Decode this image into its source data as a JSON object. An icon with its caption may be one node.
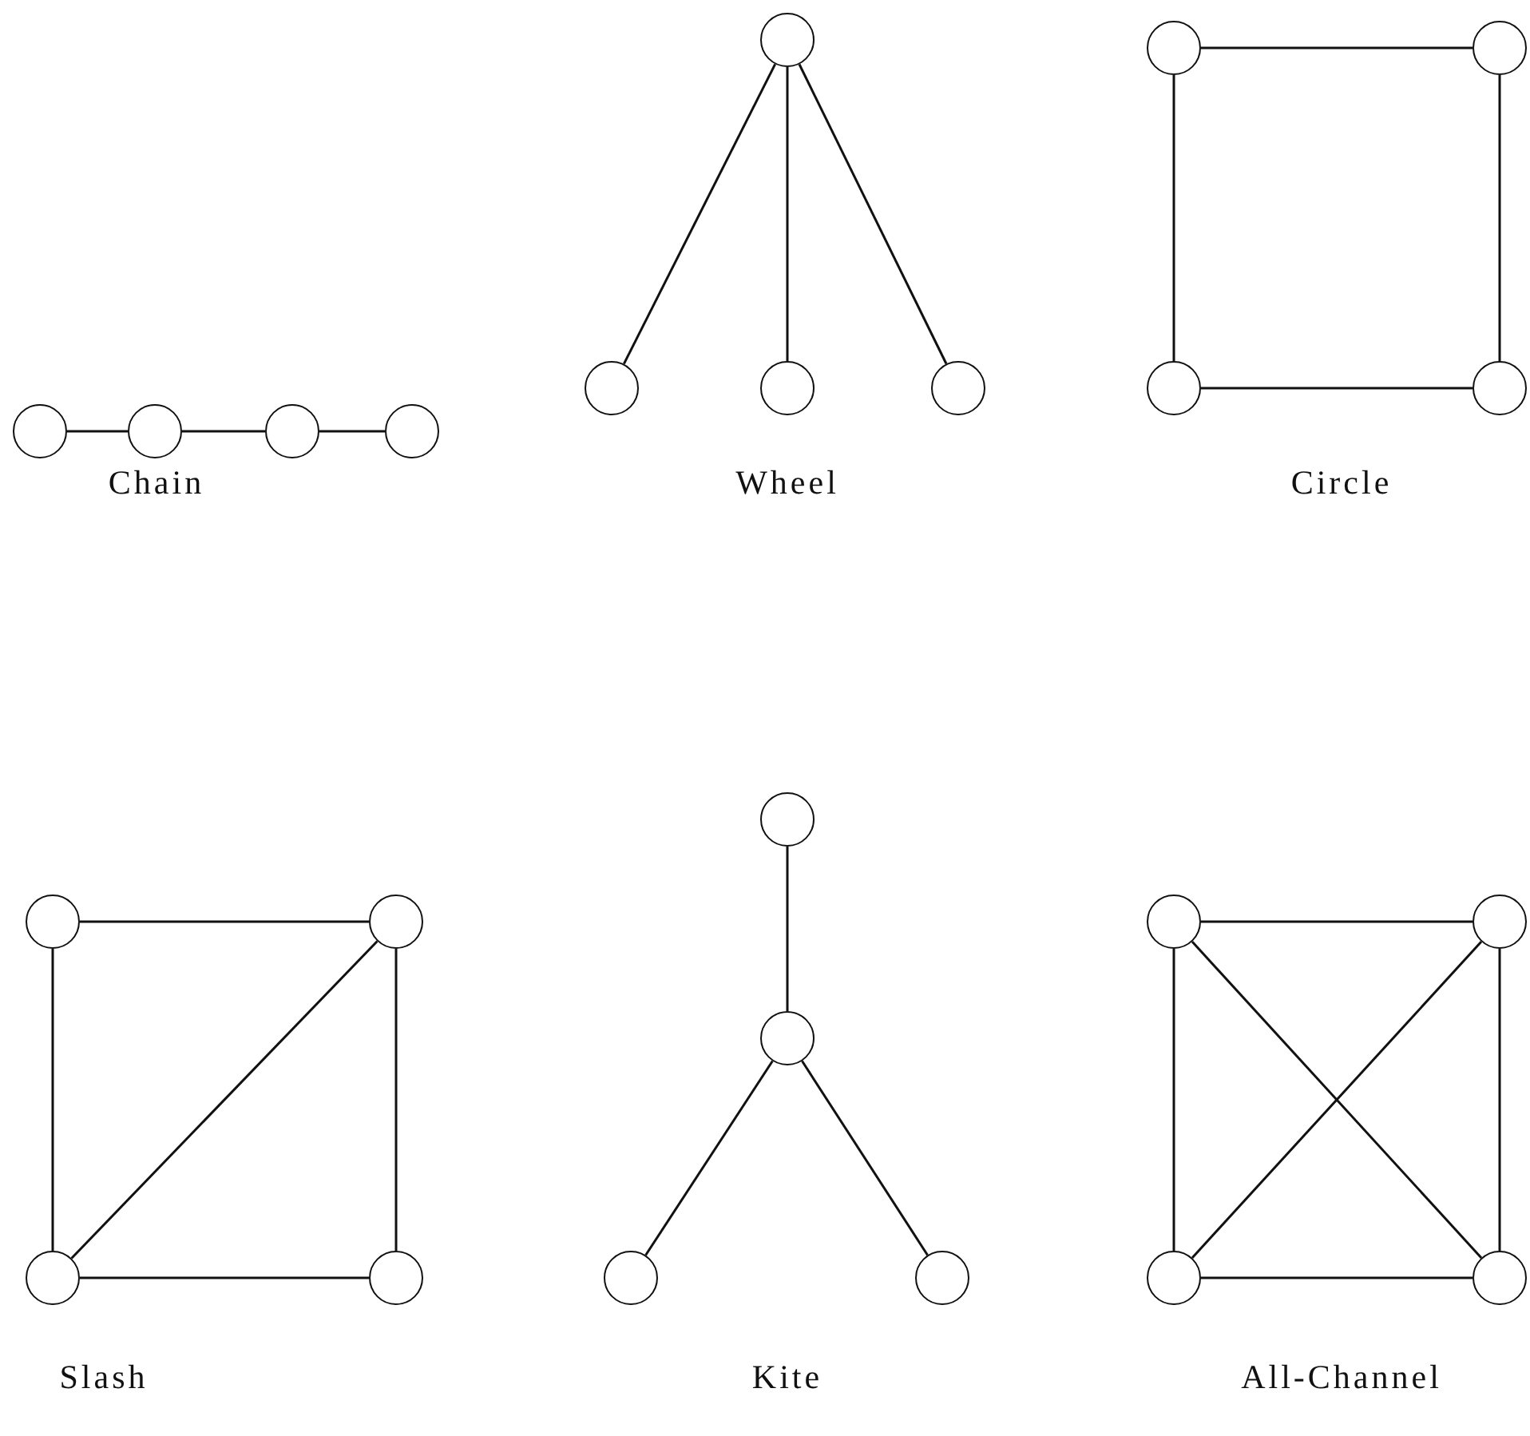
{
  "diagram": {
    "nodes": [
      {
        "text": [],
        "shape": "circle"
      },
      {
        "text": [],
        "shape": "circle"
      },
      {
        "text": [],
        "shape": "circle"
      },
      {
        "text": [],
        "shape": "circle"
      },
      {
        "text": [],
        "shape": "circle"
      },
      {
        "text": [],
        "shape": "circle"
      },
      {
        "text": [],
        "shape": "circle"
      },
      {
        "text": [],
        "shape": "circle"
      },
      {
        "text": [],
        "shape": "circle"
      },
      {
        "text": [],
        "shape": "circle"
      },
      {
        "text": [],
        "shape": "circle"
      },
      {
        "text": [],
        "shape": "circle"
      },
      {
        "text": [],
        "shape": "circle"
      },
      {
        "text": [],
        "shape": "circle"
      },
      {
        "text": [],
        "shape": "circle"
      },
      {
        "text": [],
        "shape": "circle"
      },
      {
        "text": [],
        "shape": "circle"
      },
      {
        "text": [],
        "shape": "circle"
      },
      {
        "text": [],
        "shape": "circle"
      },
      {
        "text": [],
        "shape": "circle"
      },
      {
        "text": [],
        "shape": "circle"
      },
      {
        "text": [],
        "shape": "circle"
      },
      {
        "text": [],
        "shape": "circle"
      },
      {
        "text": [],
        "shape": "circle"
      }
    ],
    "edges": [
      {
        "from": 0,
        "to": 1,
        "arrow": "none"
      },
      {
        "from": 1,
        "to": 2,
        "arrow": "none"
      },
      {
        "from": 2,
        "to": 3,
        "arrow": "none"
      },
      {
        "from": 4,
        "to": 5,
        "arrow": "none"
      },
      {
        "from": 4,
        "to": 6,
        "arrow": "none"
      },
      {
        "from": 4,
        "to": 7,
        "arrow": "none"
      },
      {
        "from": 8,
        "to": 9,
        "arrow": "none"
      },
      {
        "from": 8,
        "to": 10,
        "arrow": "none"
      },
      {
        "from": 9,
        "to": 11,
        "arrow": "none"
      },
      {
        "from": 10,
        "to": 11,
        "arrow": "none"
      },
      {
        "from": 12,
        "to": 13,
        "arrow": "none"
      },
      {
        "from": 12,
        "to": 14,
        "arrow": "none"
      },
      {
        "from": 13,
        "to": 15,
        "arrow": "none"
      },
      {
        "from": 14,
        "to": 15,
        "arrow": "none"
      },
      {
        "from": 13,
        "to": 14,
        "arrow": "none"
      },
      {
        "from": 16,
        "to": 17,
        "arrow": "none"
      },
      {
        "from": 17,
        "to": 18,
        "arrow": "none"
      },
      {
        "from": 17,
        "to": 19,
        "arrow": "none"
      },
      {
        "from": 20,
        "to": 21,
        "arrow": "none"
      },
      {
        "from": 20,
        "to": 22,
        "arrow": "none"
      },
      {
        "from": 21,
        "to": 23,
        "arrow": "none"
      },
      {
        "from": 22,
        "to": 23,
        "arrow": "none"
      },
      {
        "from": 20,
        "to": 23,
        "arrow": "none"
      },
      {
        "from": 21,
        "to": 22,
        "arrow": "none"
      }
    ],
    "labels": [
      "Chain",
      "Wheel",
      "Circle",
      "Slash",
      "Kite",
      "All-Channel"
    ]
  }
}
